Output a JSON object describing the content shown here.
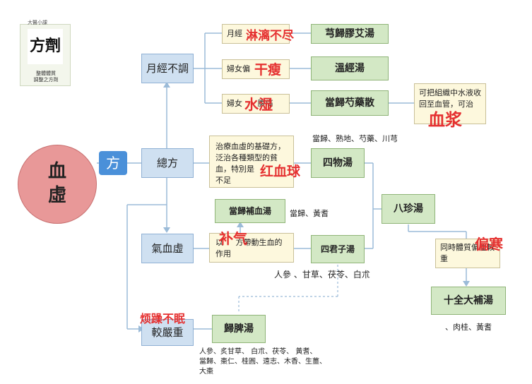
{
  "logo": {
    "top_text": "大醫小課",
    "glyph": "方劑",
    "sub1": "整體體質",
    "sub2": "調整之方劑"
  },
  "center": {
    "line1": "血",
    "line2": "虛"
  },
  "fang_label": "方",
  "nodes": {
    "yuejing": "月經不調",
    "zongfang": "總方",
    "qixuexu": "氣血虛",
    "jiaoyanzhong": "較嚴重"
  },
  "formulas": {
    "xiongguijiaoai": "芎歸膠艾湯",
    "wenjing": "溫經湯",
    "dangguishaoyao": "當歸芍藥散",
    "siwu": "四物湯",
    "danggui_buxue": "當歸補血湯",
    "sijunzi": "四君子湯",
    "bazhen": "八珍湯",
    "shiquan": "十全大補湯",
    "guipi": "歸脾湯"
  },
  "conditions": {
    "c1": "月經",
    "c2": "婦女偏",
    "c3": "婦女",
    "c3b": "腹痛",
    "zongfang_desc": "治療血虛的基礎方，泛治各種類型的貧血，特別是",
    "zongfang_desc2": "不足",
    "danggui_desc": "可把組織中水液收回至血管，可治",
    "qi_desc1": "以",
    "qi_desc2": "方帶動生血的作用",
    "cold_desc": "同時體質偏虛較重"
  },
  "ingredients": {
    "siwu": "當歸、熟地、芍藥、川芎",
    "danggui_buxue": "當歸、黃耆",
    "sijunzi": "人參 、甘草、茯苓、白朮",
    "shiquan": "、肉桂、黃耆",
    "guipi_1": "人參、炙甘草、 白朮、茯苓、 黃耆、",
    "guipi_2": "當歸、棗仁、桂圓、遠志、木香、生薑、",
    "guipi_3": "大棗"
  },
  "annotations": {
    "a1": "淋漓不尽",
    "a2": "干瘦",
    "a3": "水湿",
    "a4": "血浆",
    "a5": "红血球",
    "a6": "补气",
    "a7": "偏寒",
    "a8": "烦躁不眠"
  },
  "colors": {
    "circle": "#e89898",
    "fang": "#4a90d9",
    "blue_box": "#cfe0f1",
    "green_box": "#d3e8c5",
    "cream_box": "#fdf8dd",
    "annotation": "#e53030",
    "line": "#9bbbd8"
  }
}
